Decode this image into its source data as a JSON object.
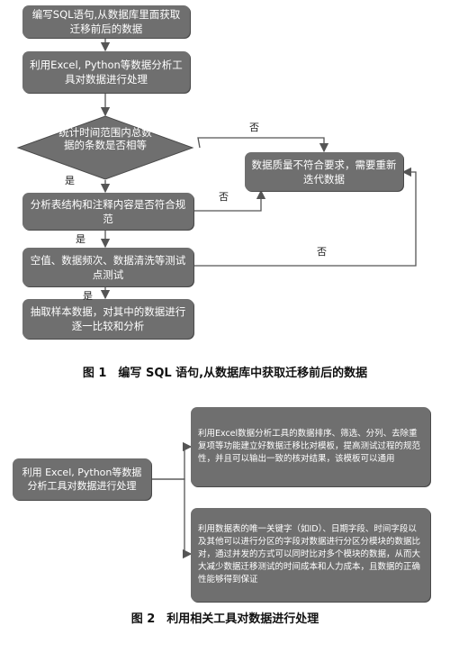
{
  "figure1": {
    "box1": "编写SQL语句,从数据库里面获取迁移前后的数据",
    "box2": "利用Excel, Python等数据分析工具对数据进行处理",
    "diamond": "统计时间范围内总数据的条数是否相等",
    "box3": "分析表结构和注释内容是否符合规范",
    "box4": "空值、数据频次、数据清洗等测试点测试",
    "box5": "抽取样本数据，对其中的数据进行逐一比较和分析",
    "fail_box": "数据质量不符合要求，需要重新迭代数据",
    "yes": "是",
    "no": "否",
    "caption": "图 1　编写 SQL 语句,从数据库中获取迁移前后的数据"
  },
  "figure2": {
    "source_box": "利用 Excel, Python等数据分析工具对数据进行处理",
    "box_top": "利用Excel数据分析工具的数据排序、筛选、分列、去除重复项等功能建立好数据迁移比对模板，提高测试过程的规范性，并且可以输出一致的核对结果，该模板可以通用",
    "box_bottom": "利用数据表的唯一关键字（如ID）、日期字段、时间字段以及其他可以进行分区的字段对数据进行分区分模块的数据比对，通过并发的方式可以同时比对多个模块的数据，从而大大减少数据迁移测试的时间成本和人力成本，且数据的正确性能够得到保证",
    "caption": "图 2　利用相关工具对数据进行处理"
  },
  "colors": {
    "box": "#6f6f6f",
    "line": "#555555",
    "text_on_box": "#ffffff"
  }
}
